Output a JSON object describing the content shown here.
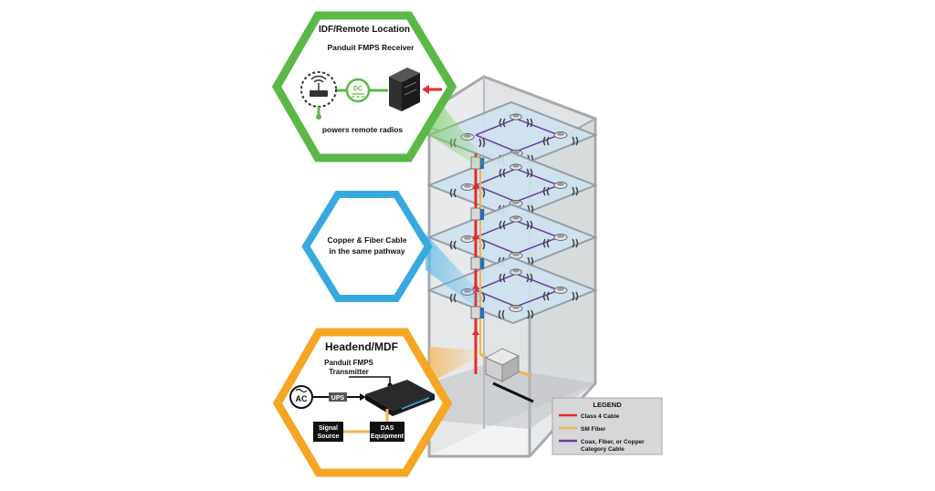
{
  "colors": {
    "green": "#5bb847",
    "blue": "#38a9de",
    "orange": "#f5a623",
    "red": "#e8282b",
    "fiber": "#f7b24a",
    "purple": "#6a3fa8",
    "floor": "#cfe2ef",
    "building": "#b0b3b6"
  },
  "idf": {
    "title": "IDF/Remote Location",
    "receiver_label": "Panduit FMPS Receiver",
    "dc_label": "DC",
    "caption": "powers remote radios",
    "icons": [
      "wifi-radio-icon",
      "fmps-receiver-icon"
    ]
  },
  "pathway": {
    "line1": "Copper & Fiber Cable",
    "line2": "in the same pathway"
  },
  "headend": {
    "title": "Headend/MDF",
    "transmitter_line1": "Panduit FMPS",
    "transmitter_line2": "Transmitter",
    "ac_label": "AC",
    "ups_label": "UPS",
    "signal_source_line1": "Signal",
    "signal_source_line2": "Source",
    "das_line1": "DAS",
    "das_line2": "Equipment",
    "icons": [
      "ac-power-icon",
      "fmps-transmitter-icon"
    ]
  },
  "legend": {
    "title": "LEGEND",
    "items": [
      {
        "label": "Class 4 Cable",
        "color": "#e8282b"
      },
      {
        "label": "SM Fiber",
        "color": "#f7b24a"
      },
      {
        "label": "Coax, Fiber, or Copper",
        "label2": "Category Cable",
        "color": "#6a3fa8"
      }
    ]
  }
}
